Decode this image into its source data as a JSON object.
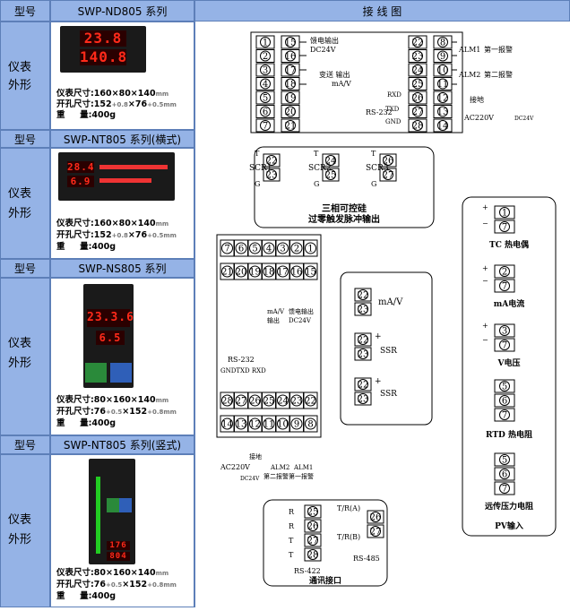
{
  "header": {
    "model_label": "型号",
    "wiring_label": "接 线 图"
  },
  "rows": [
    {
      "model_label": "型号",
      "model": "SWP-ND805 系列",
      "side_label_1": "仪表",
      "side_label_2": "外形",
      "display_top": "23.8",
      "display_bottom": "140.8",
      "spec_size": "仪表尺寸:160×80×140",
      "spec_cut": "开孔尺寸:152",
      "spec_cut2": "×76",
      "spec_weight_l": "重",
      "spec_weight_r": "量:400g"
    },
    {
      "model_label": "型号",
      "model": "SWP-NT805 系列(横式)",
      "side_label_1": "仪表",
      "side_label_2": "外形",
      "display_top": "28.4",
      "display_bottom": "6.9",
      "spec_size": "仪表尺寸:160×80×140",
      "spec_cut": "开孔尺寸:152",
      "spec_cut2": "×76",
      "spec_weight_l": "重",
      "spec_weight_r": "量:400g"
    },
    {
      "model_label": "型号",
      "model": "SWP-NS805 系列",
      "side_label_1": "仪表",
      "side_label_2": "外形",
      "display_top": "23.3.6",
      "display_bottom": "6.5",
      "spec_size": "仪表尺寸:80×160×140",
      "spec_cut": "开孔尺寸:76",
      "spec_cut2": "×152",
      "spec_weight_l": "重",
      "spec_weight_r": "量:400g"
    },
    {
      "model_label": "型号",
      "model": "SWP-NT805 系列(竖式)",
      "side_label_1": "仪表",
      "side_label_2": "外形",
      "display_top": "176",
      "display_bottom": "804",
      "spec_size": "仪表尺寸:80×160×140",
      "spec_cut": "开孔尺寸:76",
      "spec_cut2": "×152",
      "spec_weight_l": "重",
      "spec_weight_r": "量:400g"
    }
  ],
  "diagram": {
    "terminals_top_left": [
      "1",
      "2",
      "3",
      "4",
      "5",
      "6",
      "7"
    ],
    "terminals_top_mid": [
      "15",
      "16",
      "17",
      "18",
      "19",
      "20",
      "21"
    ],
    "terminals_top_right_a": [
      "22",
      "23",
      "24",
      "25",
      "26",
      "27",
      "28"
    ],
    "terminals_top_right_b": [
      "8",
      "9",
      "10",
      "11",
      "12",
      "13",
      "14"
    ],
    "feed_output": "馈电输出",
    "dc24v": "DC24V",
    "transmit_output": "变送 输出",
    "ma_v": "mA/V",
    "alm1": "ALM1",
    "alarm1": "第一报警",
    "alm2": "ALM2",
    "alarm2": "第二报警",
    "rxd": "RXD",
    "txd": "TXD",
    "gnd": "GND",
    "rs232": "RS-232",
    "ground": "接地",
    "ac220v": "AC220V",
    "scr1": "SCR1",
    "scr2": "SCR2",
    "scr3": "SCR3",
    "t": "T",
    "g": "G",
    "scr_title_1": "三相可控硅",
    "scr_title_2": "过零触发脉冲输出",
    "v_top": [
      "7",
      "6",
      "5",
      "4",
      "3",
      "2",
      "1"
    ],
    "v_row2": [
      "21",
      "20",
      "19",
      "18",
      "17",
      "16",
      "15"
    ],
    "v_row3": [
      "28",
      "27",
      "26",
      "25",
      "24",
      "23",
      "22"
    ],
    "v_bottom": [
      "14",
      "13",
      "12",
      "11",
      "10",
      "9",
      "8"
    ],
    "ma_v_out": "mA/V",
    "out": "输出",
    "feed_out": "馈电输出",
    "gnd_txd_rxd": "GNDTXD RXD",
    "ssr": "SSR",
    "ma_v_label": "mA/V",
    "tc": "TC 热电偶",
    "ma_current": "mA电流",
    "v_voltage": "V电压",
    "rtd": "RTD 热电阻",
    "remote": "远传压力电阻",
    "pv_input": "PV输入",
    "rs422": "RS-422",
    "rs485": "RS-485",
    "comm": "通讯接口",
    "tr_a": "T/R(A)",
    "tr_b": "T/R(B)",
    "r": "R",
    "plus": "+",
    "minus": "−"
  }
}
